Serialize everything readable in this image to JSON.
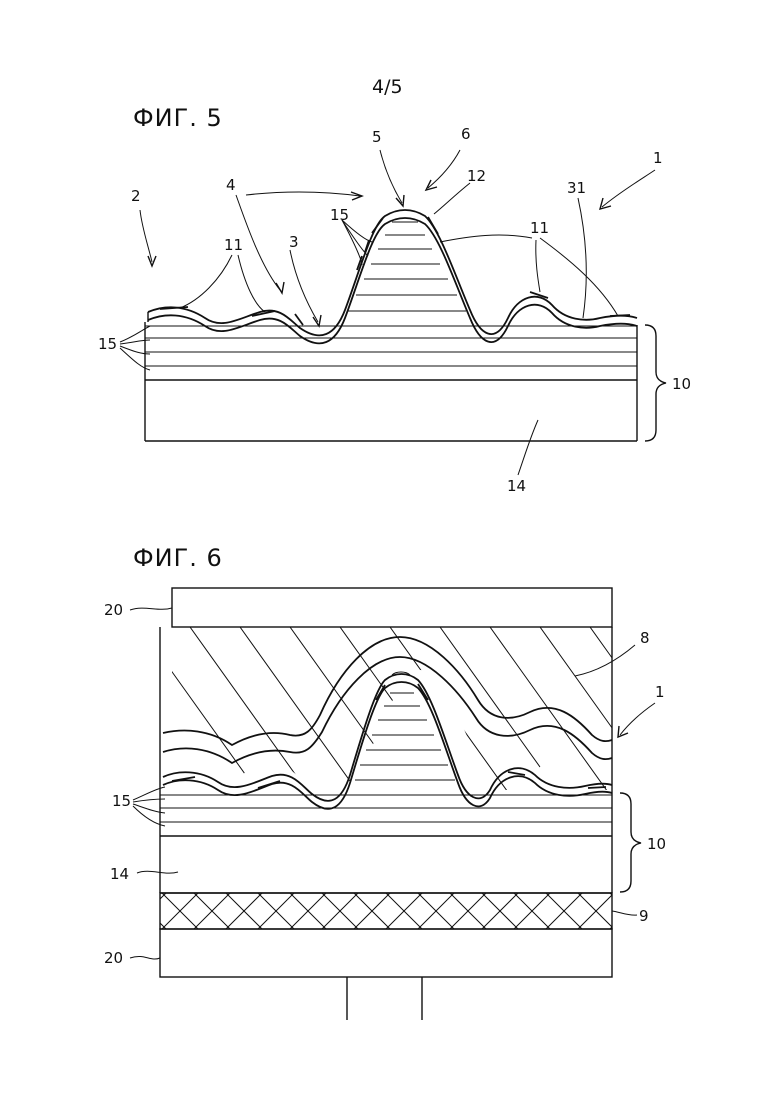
{
  "page_number": "4/5",
  "fig5": {
    "title": "ФИГ. 5",
    "labels": {
      "l1": "1",
      "l2": "2",
      "l3": "3",
      "l4": "4",
      "l5": "5",
      "l6": "6",
      "l10": "10",
      "l11a": "11",
      "l11b": "11",
      "l12": "12",
      "l14": "14",
      "l15a": "15",
      "l15b": "15",
      "l31": "31"
    }
  },
  "fig6": {
    "title": "ФИГ. 6",
    "labels": {
      "l1": "1",
      "l8": "8",
      "l9": "9",
      "l10": "10",
      "l14": "14",
      "l15": "15",
      "l20a": "20",
      "l20b": "20"
    }
  }
}
